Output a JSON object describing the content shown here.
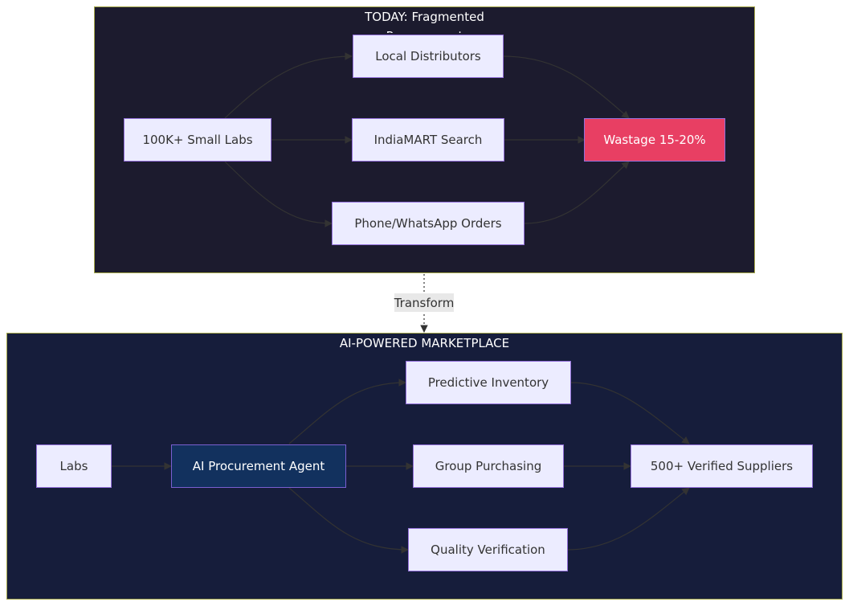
{
  "today_cluster": {
    "title": "TODAY: Fragmented Procurement",
    "nodes": {
      "small_labs": "100K+ Small Labs",
      "local_distributors": "Local Distributors",
      "indiamart_search": "IndiaMART Search",
      "phone_orders": "Phone/WhatsApp Orders",
      "wastage": "Wastage 15-20%"
    }
  },
  "transform_edge": {
    "label": "Transform"
  },
  "ai_cluster": {
    "title": "AI-POWERED MARKETPLACE",
    "nodes": {
      "labs": "Labs",
      "ai_agent": "AI Procurement Agent",
      "predictive_inventory": "Predictive Inventory",
      "group_purchasing": "Group Purchasing",
      "quality_verification": "Quality Verification",
      "verified_suppliers": "500+ Verified Suppliers"
    }
  },
  "colors": {
    "today_background": "#1c1b2e",
    "ai_background": "#161d3b",
    "node_fill": "#ececff",
    "node_border": "#9370db",
    "wastage_fill": "#e83f63",
    "agent_fill": "#12315e",
    "cluster_border": "#a6a84a",
    "edge": "#333333"
  }
}
